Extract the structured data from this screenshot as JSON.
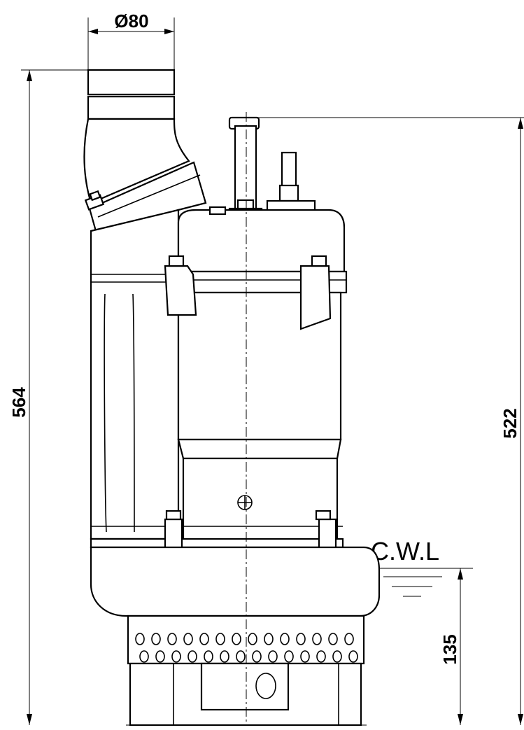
{
  "dimensions": {
    "discharge_diameter": "Ø80",
    "overall_height": "564",
    "top_height": "522",
    "cwl_height": "135"
  },
  "labels": {
    "water_level": "C.W.L"
  }
}
